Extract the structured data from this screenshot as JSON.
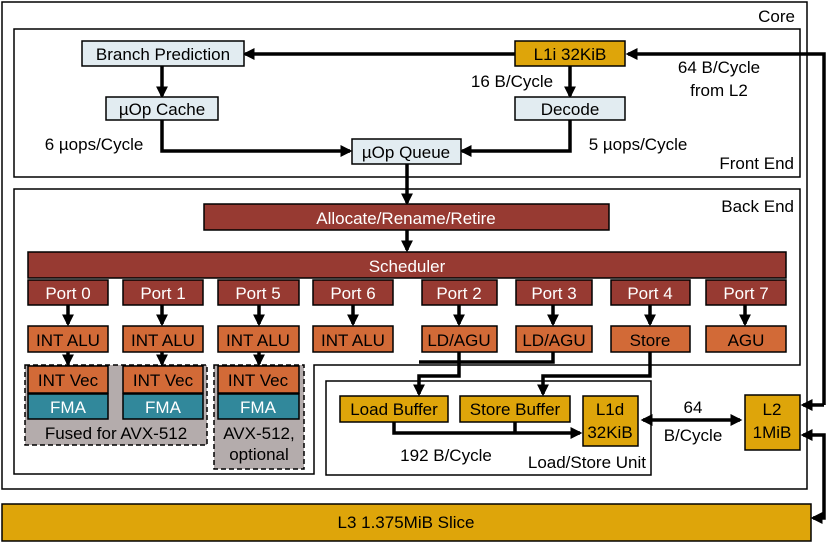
{
  "labels": {
    "core": "Core",
    "front_end": "Front End",
    "back_end": "Back End",
    "load_store_unit": "Load/Store Unit",
    "l2_bw_line1": "64 B/Cycle",
    "l2_bw_line2": "from L2",
    "l1i_decode_bw": "16 B/Cycle",
    "uopcache_bw": "6 µops/Cycle",
    "decode_bw": "5 µops/Cycle",
    "l1d_l2_bw_line1": "64",
    "l1d_l2_bw_line2": "B/Cycle",
    "lsu_bw": "192 B/Cycle"
  },
  "front_end": {
    "branch_prediction": "Branch Prediction",
    "l1i": "L1i 32KiB",
    "uop_cache": "µOp Cache",
    "decode": "Decode",
    "uop_queue": "µOp Queue"
  },
  "back_end": {
    "allocate": "Allocate/Rename/Retire",
    "scheduler": "Scheduler",
    "ports": [
      {
        "label": "Port 0",
        "unit": "INT ALU"
      },
      {
        "label": "Port 1",
        "unit": "INT ALU"
      },
      {
        "label": "Port 5",
        "unit": "INT ALU"
      },
      {
        "label": "Port 6",
        "unit": "INT ALU"
      },
      {
        "label": "Port 2",
        "unit": "LD/AGU"
      },
      {
        "label": "Port 3",
        "unit": "LD/AGU"
      },
      {
        "label": "Port 4",
        "unit": "Store"
      },
      {
        "label": "Port 7",
        "unit": "AGU"
      }
    ],
    "vector_groups": [
      {
        "vec": "INT Vec",
        "fma": "FMA"
      },
      {
        "vec": "INT Vec",
        "fma": "FMA"
      },
      {
        "vec": "INT Vec",
        "fma": "FMA"
      }
    ],
    "fused_label": "Fused for AVX-512",
    "optional_line1": "AVX-512,",
    "optional_line2": "optional"
  },
  "memory": {
    "load_buffer": "Load Buffer",
    "store_buffer": "Store Buffer",
    "l1d_line1": "L1d",
    "l1d_line2": "32KiB",
    "l2_line1": "L2",
    "l2_line2": "1MiB",
    "l3": "L3 1.375MiB Slice"
  },
  "colors": {
    "light_blue": "#e2ecf1",
    "dark_red": "#973a32",
    "orange": "#d26a37",
    "gold": "#dea50a",
    "teal": "#31889b",
    "gray": "#b4acac"
  }
}
